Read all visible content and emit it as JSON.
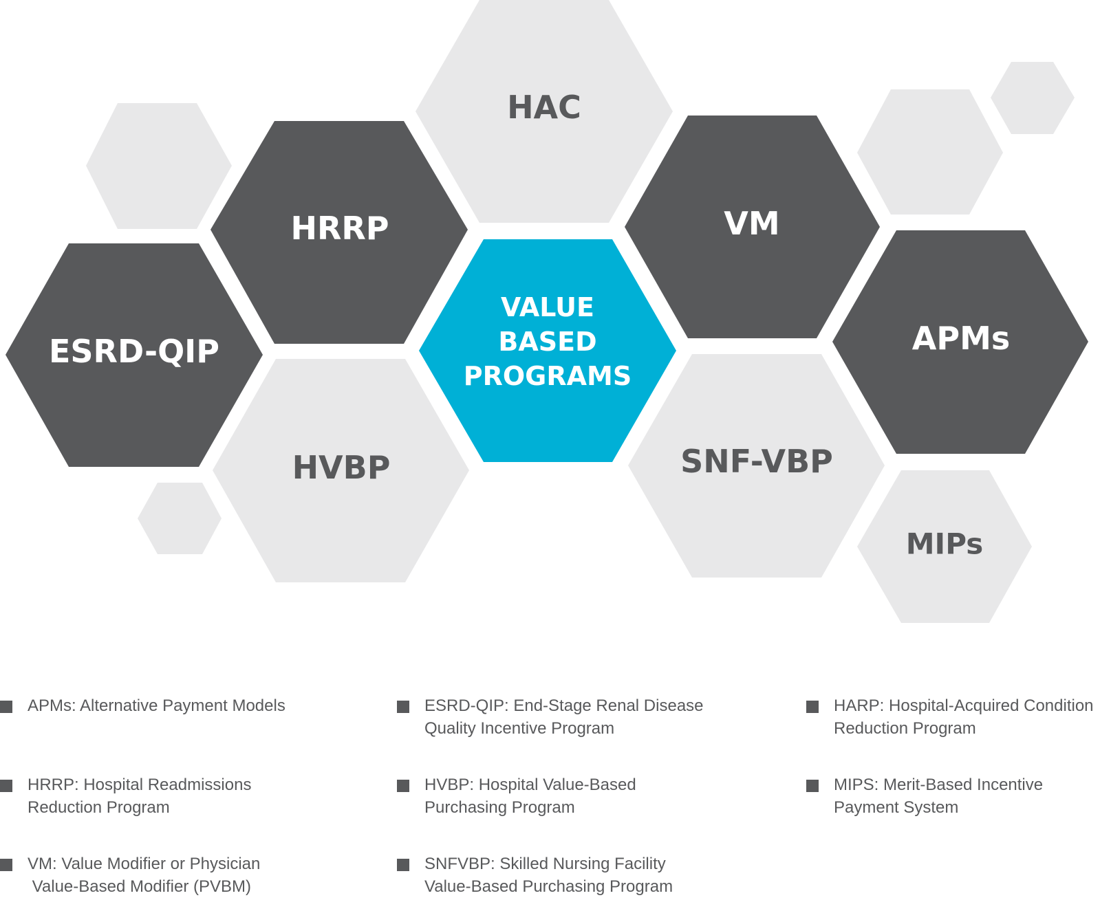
{
  "colors": {
    "dark": "#58595b",
    "light": "#e8e8e9",
    "accent": "#00b0d6",
    "text_dark": "#58595b",
    "text_light": "#ffffff"
  },
  "hexagons": {
    "esrd_qip": {
      "label": "ESRD-QIP",
      "style": "dark"
    },
    "hrrp": {
      "label": "HRRP",
      "style": "dark"
    },
    "hac": {
      "label": "HAC",
      "style": "light"
    },
    "value_based": {
      "label": "VALUE\nBASED\nPROGRAMS",
      "style": "accent"
    },
    "vm": {
      "label": "VM",
      "style": "dark"
    },
    "apms": {
      "label": "APMs",
      "style": "dark"
    },
    "hvbp": {
      "label": "HVBP",
      "style": "light"
    },
    "snf_vbp": {
      "label": "SNF-VBP",
      "style": "light"
    },
    "mips": {
      "label": "MIPs",
      "style": "light"
    }
  },
  "legend": {
    "col1": [
      "APMs: Alternative Payment Models",
      "HRRP: Hospital Readmissions\nReduction Program",
      "VM: Value Modifier or Physician\n Value-Based Modifier (PVBM)"
    ],
    "col2": [
      "ESRD-QIP: End-Stage Renal Disease\nQuality Incentive Program",
      "HVBP: Hospital Value-Based\nPurchasing Program",
      "SNFVBP: Skilled Nursing Facility\nValue-Based Purchasing Program"
    ],
    "col3": [
      "HARP: Hospital-Acquired Condition\nReduction Program",
      "MIPS: Merit-Based Incentive\nPayment System"
    ]
  }
}
